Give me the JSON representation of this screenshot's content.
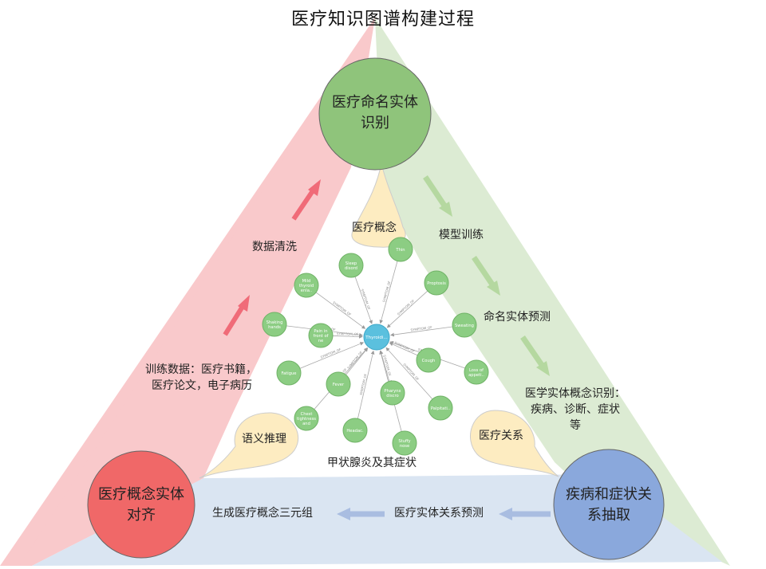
{
  "title": "医疗知识图谱构建过程",
  "nodes": {
    "ner": {
      "line1": "医疗命名实体",
      "line2": "识别",
      "color": "#8fc47b"
    },
    "align": {
      "line1": "医疗概念实体",
      "line2": "对齐",
      "color": "#f06868"
    },
    "relation": {
      "line1": "疾病和症状关",
      "line2": "系抽取",
      "color": "#8aa8dc"
    }
  },
  "bubbles": {
    "concept": "医疗概念",
    "reasoning": "语义推理",
    "relation": "医疗关系"
  },
  "steps": {
    "data_clean": "数据清洗",
    "train_data_1": "训练数据：医疗书籍，",
    "train_data_2": "医疗论文，电子病历",
    "model_train": "模型训练",
    "ner_predict": "命名实体预测",
    "concept_recog_1": "医学实体概念识别：",
    "concept_recog_2": "疾病、诊断、症状",
    "concept_recog_3": "等",
    "relation_predict": "医疗实体关系预测",
    "triples": "生成医疗概念三元组"
  },
  "graph": {
    "caption": "甲状腺炎及其症状",
    "center": "Thyroidi...",
    "leaves": [
      {
        "l1": "Thin",
        "l2": "",
        "l3": ""
      },
      {
        "l1": "Proptosis",
        "l2": "",
        "l3": ""
      },
      {
        "l1": "Sweating",
        "l2": "",
        "l3": ""
      },
      {
        "l1": "Loss of",
        "l2": "appeti..",
        "l3": ""
      },
      {
        "l1": "Cough",
        "l2": "",
        "l3": ""
      },
      {
        "l1": "Palpitati..",
        "l2": "",
        "l3": ""
      },
      {
        "l1": "Stuffy",
        "l2": "nose",
        "l3": ""
      },
      {
        "l1": "Pharynx",
        "l2": "discro",
        "l3": ""
      },
      {
        "l1": "Headac.",
        "l2": "",
        "l3": ""
      },
      {
        "l1": "Chest",
        "l2": "tightness",
        "l3": "and"
      },
      {
        "l1": "Fever",
        "l2": "",
        "l3": ""
      },
      {
        "l1": "Fatigue",
        "l2": "",
        "l3": ""
      },
      {
        "l1": "Pain in",
        "l2": "front of",
        "l3": "ne"
      },
      {
        "l1": "Shaking",
        "l2": "hands",
        "l3": ""
      },
      {
        "l1": "Mild",
        "l2": "thyroid",
        "l3": "enla.."
      },
      {
        "l1": "Sleep",
        "l2": "disord",
        "l3": ""
      }
    ],
    "edge_label": "SYMPTOM_OF"
  },
  "colors": {
    "pink_panel": "#f9c9cb",
    "green_panel": "#dcebd3",
    "blue_panel": "#dae5f2",
    "bubble": "#fdecc1",
    "red_arrow": "#f06b78",
    "green_arrow": "#b5d8a0",
    "blue_arrow": "#a9bde1",
    "graph_center": "#5bc0de",
    "graph_leaf": "#8ccd83"
  }
}
